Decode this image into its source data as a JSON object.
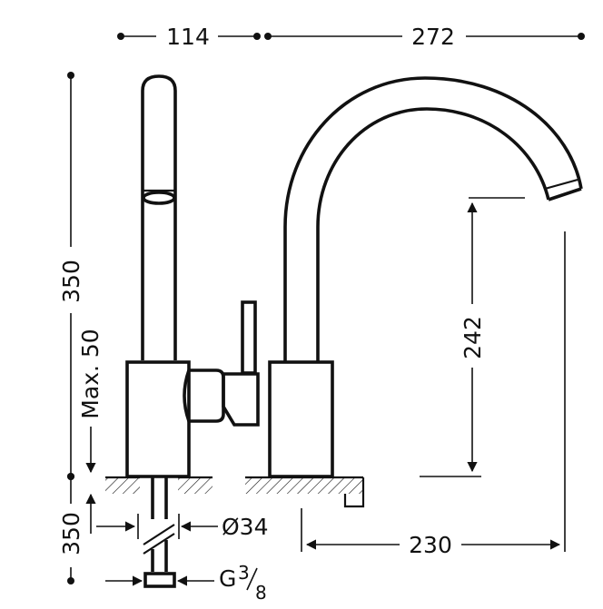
{
  "dimensions": {
    "top_left": "114",
    "top_right": "272",
    "left_total": "350",
    "max_rise": "Max. 50",
    "below_deck": "350",
    "spout_height": "242",
    "diameter": "Ø34",
    "thread_prefix": "G",
    "thread_num": "3",
    "thread_den": "8",
    "reach": "230"
  },
  "colors": {
    "ink": "#111111",
    "background": "#ffffff"
  }
}
